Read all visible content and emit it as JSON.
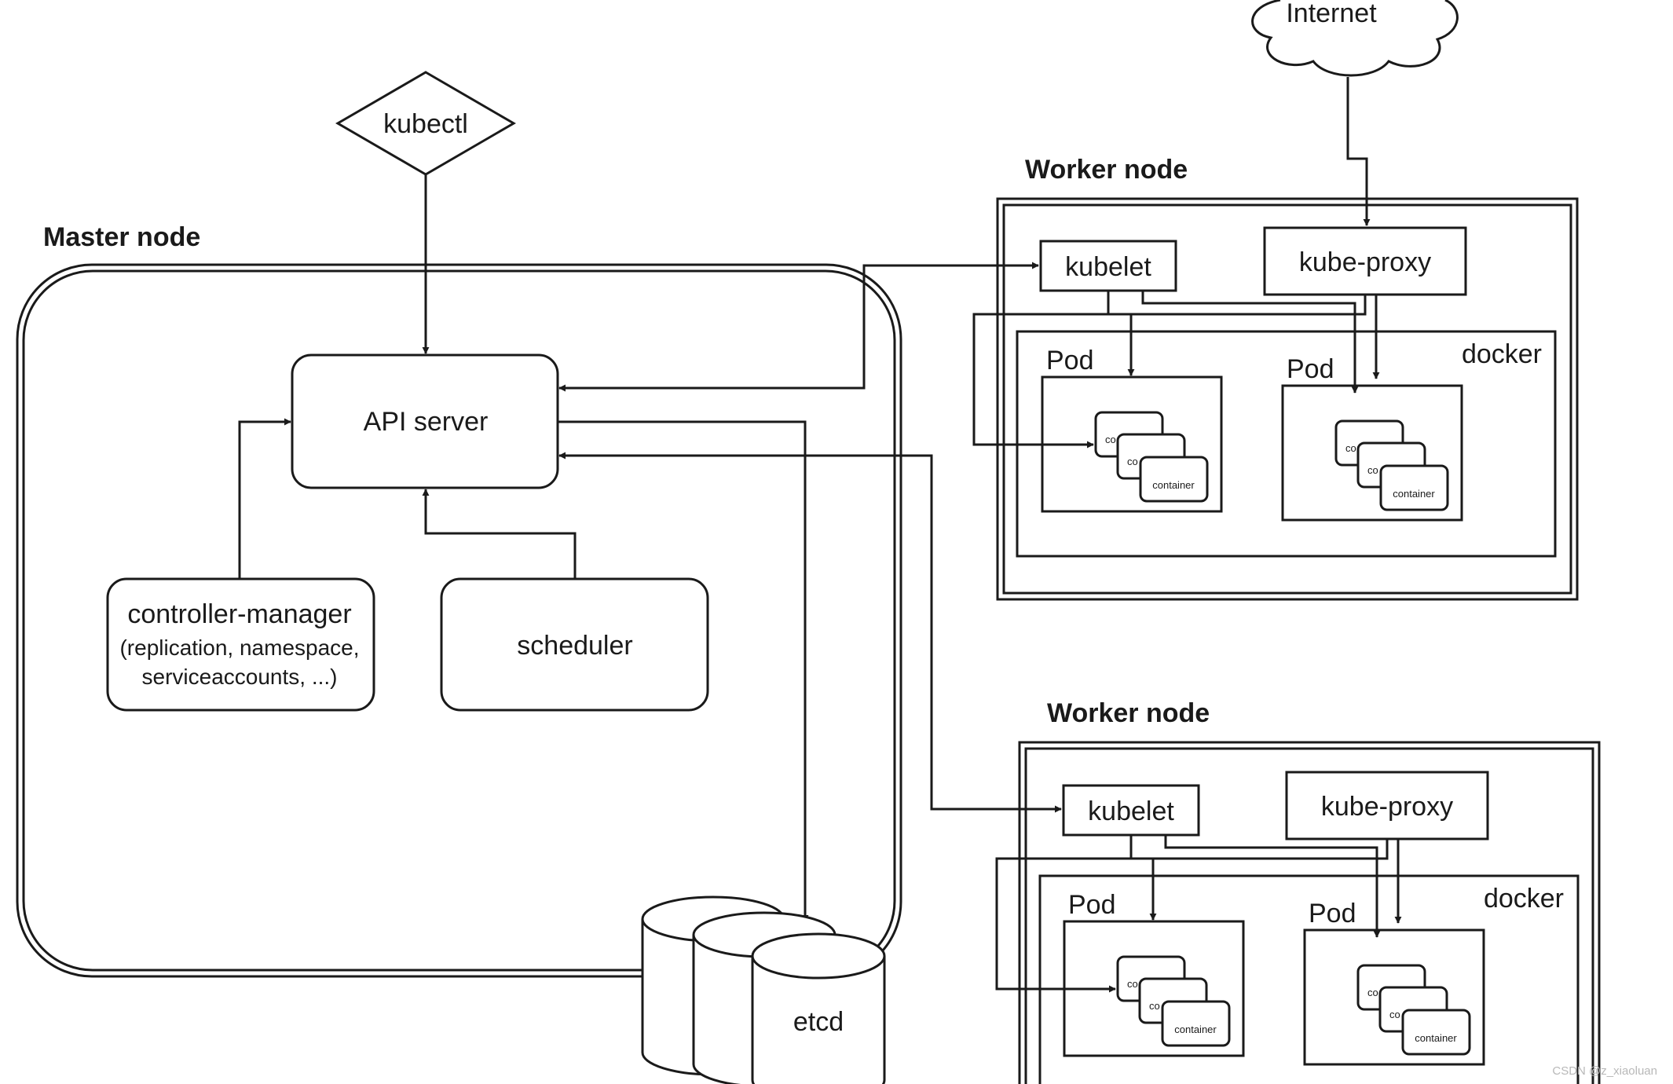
{
  "labels": {
    "internet": "Internet",
    "kubectl": "kubectl",
    "master_node": "Master node",
    "api_server": "API server",
    "controller_manager_title": "controller-manager",
    "controller_manager_line2": "(replication, namespace,",
    "controller_manager_line3": "serviceaccounts, ...)",
    "scheduler": "scheduler",
    "etcd": "etcd",
    "worker1_title": "Worker node",
    "worker1_kubelet": "kubelet",
    "worker1_kube_proxy": "kube-proxy",
    "worker1_docker": "docker",
    "worker1_pod1": "Pod",
    "worker1_pod2": "Pod",
    "worker2_title": "Worker node",
    "worker2_kubelet": "kubelet",
    "worker2_kube_proxy": "kube-proxy",
    "worker2_docker": "docker",
    "worker2_pod1": "Pod",
    "worker2_pod2": "Pod",
    "container": "container",
    "container_partial": "co"
  },
  "watermark": "CSDN @z_xiaoluan"
}
